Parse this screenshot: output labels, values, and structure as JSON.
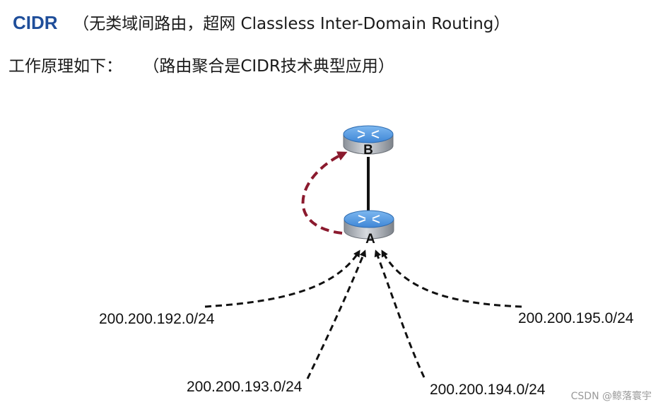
{
  "header": {
    "acronym": "CIDR",
    "description": "（无类域间路由，超网 Classless Inter-Domain Routing）"
  },
  "subheader": {
    "intro": "工作原理如下：",
    "note": "（路由聚合是CIDR技术典型应用）"
  },
  "routers": {
    "upper": {
      "label": "B",
      "icon": "router-icon"
    },
    "lower": {
      "label": "A",
      "icon": "router-icon"
    }
  },
  "networks": [
    {
      "label": "200.200.192.0/24"
    },
    {
      "label": "200.200.193.0/24"
    },
    {
      "label": "200.200.194.0/24"
    },
    {
      "label": "200.200.195.0/24"
    }
  ],
  "colors": {
    "acronym": "#1f4e9a",
    "advertise_arrow": "#8b1a2e",
    "network_arrow": "#111111",
    "router_body": "#9fa4ab",
    "router_top": "#5fa3e6"
  },
  "watermark": "CSDN @鲸落寰宇"
}
